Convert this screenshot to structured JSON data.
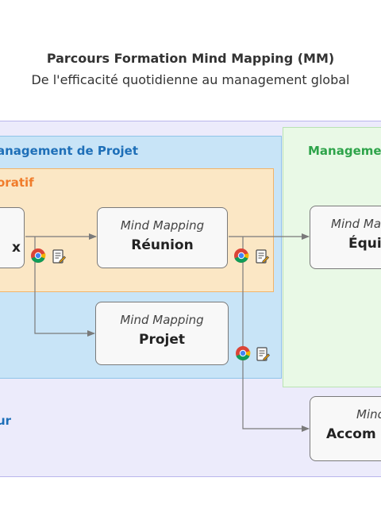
{
  "header": {
    "title": "Parcours Formation Mind Mapping (MM)",
    "subtitle": "De l'efficacité quotidienne au management global"
  },
  "regions": {
    "blue": "anagement de Projet",
    "green": "Manageme",
    "orange": "oratif",
    "outer": "ur"
  },
  "nodes": {
    "left": {
      "line1": "",
      "line2": "x"
    },
    "reunion": {
      "line1": "Mind Mapping",
      "line2": "Réunion"
    },
    "projet": {
      "line1": "Mind Mapping",
      "line2": "Projet"
    },
    "equipe": {
      "line1": "Mind Ma",
      "line2": "Équi"
    },
    "accomp": {
      "line1": "Mind",
      "line2": "Accom"
    }
  },
  "colors": {
    "blue_label": "#1e6fb8",
    "green_label": "#2ea44a",
    "orange_label": "#f07c2b",
    "edge": "#7a7a7a"
  },
  "icons": [
    "chrome-icon",
    "notes-icon"
  ]
}
